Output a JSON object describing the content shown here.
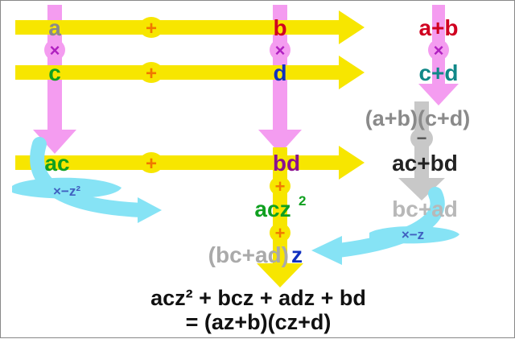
{
  "colors": {
    "yellow": "#f7e600",
    "pink": "#f49cf0",
    "cyan": "#86e3f5",
    "grey": "#c8c8c8",
    "orange_op": "#f07800",
    "purple_op": "#b020c0",
    "label_grey": "#8a8a8a",
    "label_red": "#d00020",
    "label_green": "#10a020",
    "label_blue": "#1030c0",
    "label_teal": "#108888",
    "label_purple": "#8a1090",
    "label_dark": "#222222",
    "label_darkred": "#c0102a"
  },
  "labels": {
    "a": "a",
    "b": "b",
    "a_plus_b": "a+b",
    "c": "c",
    "d": "d",
    "c_plus_d": "c+d",
    "ac": "ac",
    "bd": "bd",
    "ac_plus_bd": "ac+bd",
    "product": "(a+b)(c+d)",
    "bc_plus_ad": "bc+ad",
    "acz2_base": "acz",
    "acz2_sup": "2",
    "bcadz_paren": "(bc+ad)",
    "bcadz_z": "z"
  },
  "operators": {
    "plus": "+",
    "times": "×",
    "minus": "−",
    "times_neg_z2": "×−z²",
    "times_neg_z": "×−z"
  },
  "result": {
    "line1": "acz² + bcz + adz + bd",
    "line2": "= (az+b)(cz+d)"
  }
}
